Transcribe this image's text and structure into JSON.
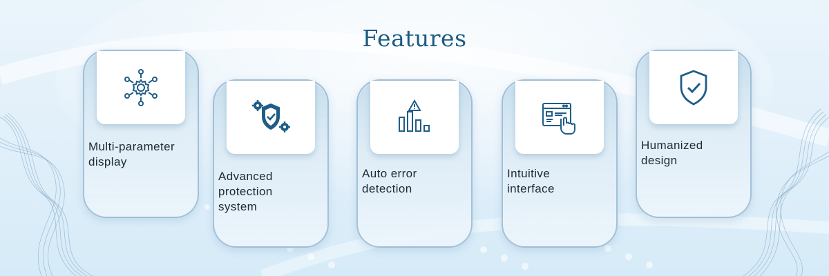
{
  "title": "Features",
  "features": [
    {
      "label": "Multi-parameter\ndisplay",
      "icon": "network-gear-icon"
    },
    {
      "label": "Advanced\nprotection\nsystem",
      "icon": "shield-gears-icon"
    },
    {
      "label": "Auto error\ndetection",
      "icon": "alert-bar-chart-icon"
    },
    {
      "label": "Intuitive\ninterface",
      "icon": "browser-click-icon"
    },
    {
      "label": "Humanized\ndesign",
      "icon": "shield-check-icon"
    }
  ],
  "colors": {
    "accent": "#1d5b82",
    "icon": "#1f5d86",
    "text": "#1b2a36"
  }
}
